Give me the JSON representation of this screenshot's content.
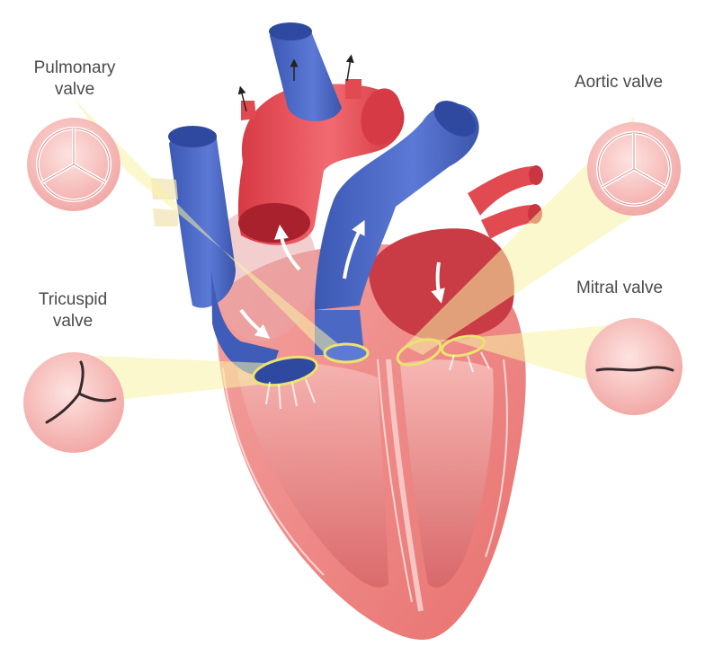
{
  "labels": {
    "pulmonary": {
      "line1": "Pulmonary",
      "line2": "valve"
    },
    "tricuspid": {
      "line1": "Tricuspid",
      "line2": "valve"
    },
    "aortic": {
      "line1": "Aortic valve"
    },
    "mitral": {
      "line1": "Mitral valve"
    }
  },
  "colors": {
    "oxygen_poor_blood": "#4a68c4",
    "oxygen_rich_blood": "#e2474f",
    "heart_muscle": "#ef8e8c",
    "valve_disc": "#f6c4c1",
    "valve_outline": "#ece36f",
    "view_beam": "#f8f3a6",
    "label_text": "#4a4a4a"
  }
}
